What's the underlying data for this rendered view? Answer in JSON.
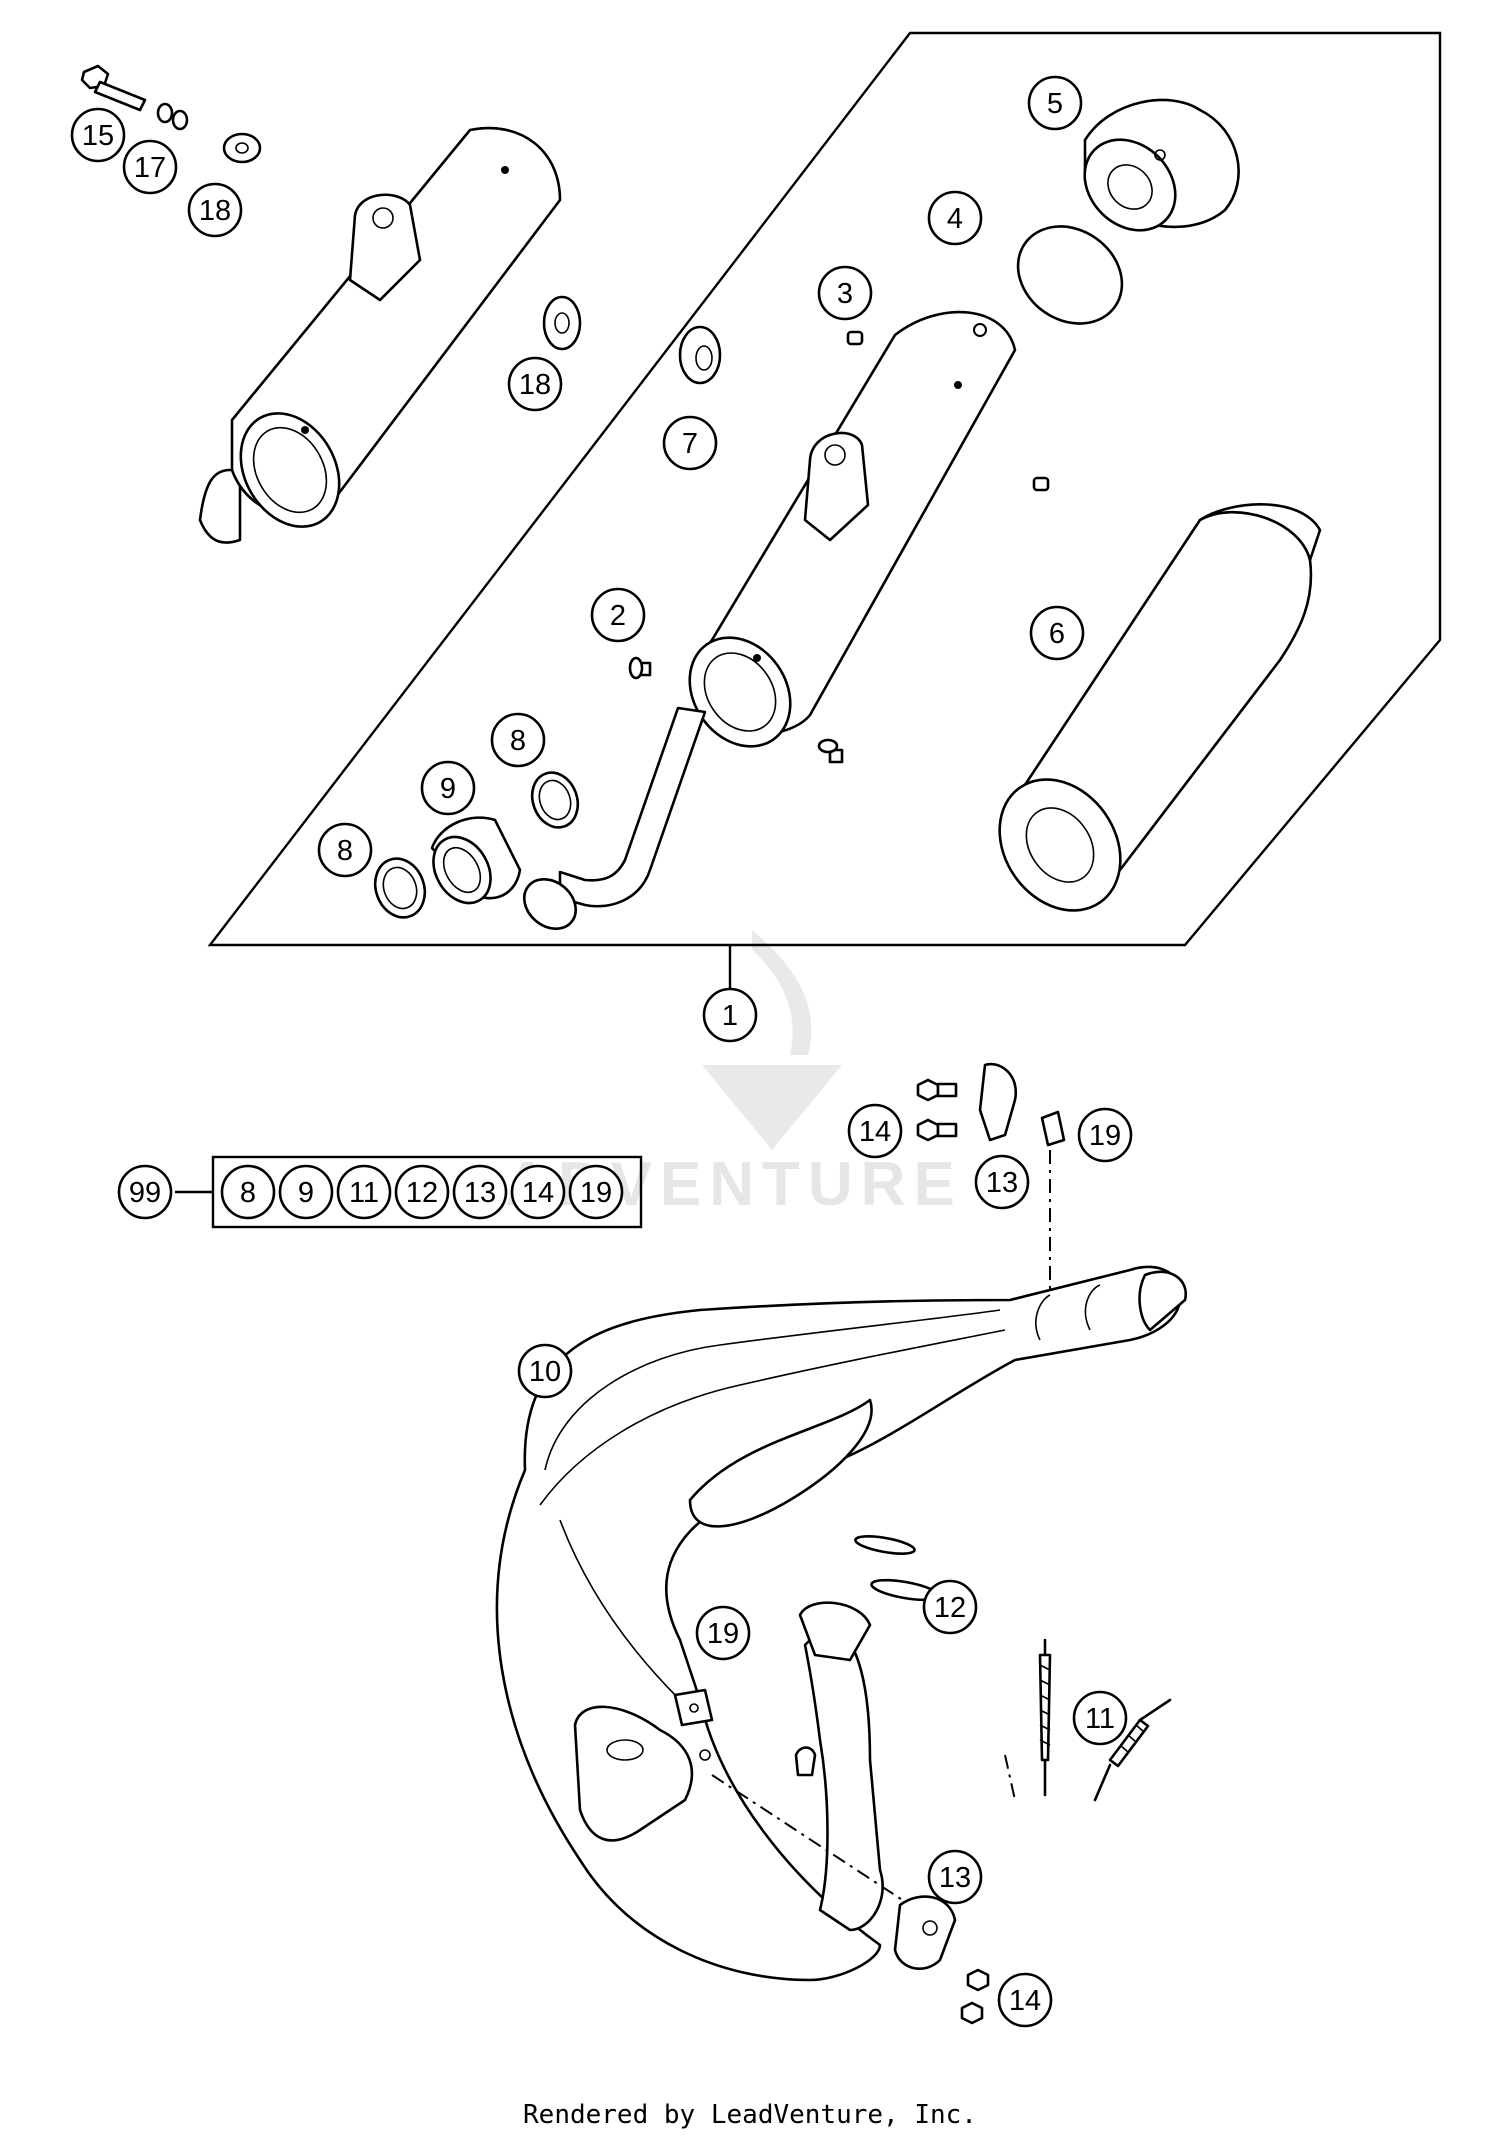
{
  "callouts": [
    {
      "id": "15",
      "label": "15"
    },
    {
      "id": "17",
      "label": "17"
    },
    {
      "id": "18a",
      "label": "18"
    },
    {
      "id": "18b",
      "label": "18"
    },
    {
      "id": "5",
      "label": "5"
    },
    {
      "id": "4",
      "label": "4"
    },
    {
      "id": "3",
      "label": "3"
    },
    {
      "id": "7",
      "label": "7"
    },
    {
      "id": "2",
      "label": "2"
    },
    {
      "id": "6",
      "label": "6"
    },
    {
      "id": "8a",
      "label": "8"
    },
    {
      "id": "9",
      "label": "9"
    },
    {
      "id": "8b",
      "label": "8"
    },
    {
      "id": "1",
      "label": "1"
    },
    {
      "id": "14a",
      "label": "14"
    },
    {
      "id": "13a",
      "label": "13"
    },
    {
      "id": "19a",
      "label": "19"
    },
    {
      "id": "99",
      "label": "99"
    },
    {
      "id": "10",
      "label": "10"
    },
    {
      "id": "12",
      "label": "12"
    },
    {
      "id": "19b",
      "label": "19"
    },
    {
      "id": "11",
      "label": "11"
    },
    {
      "id": "13b",
      "label": "13"
    },
    {
      "id": "14b",
      "label": "14"
    }
  ],
  "kit": [
    "8",
    "9",
    "11",
    "12",
    "13",
    "14",
    "19"
  ],
  "watermark": {
    "text": "ADVENTURE"
  },
  "footer": {
    "text": "Rendered by LeadVenture, Inc."
  }
}
